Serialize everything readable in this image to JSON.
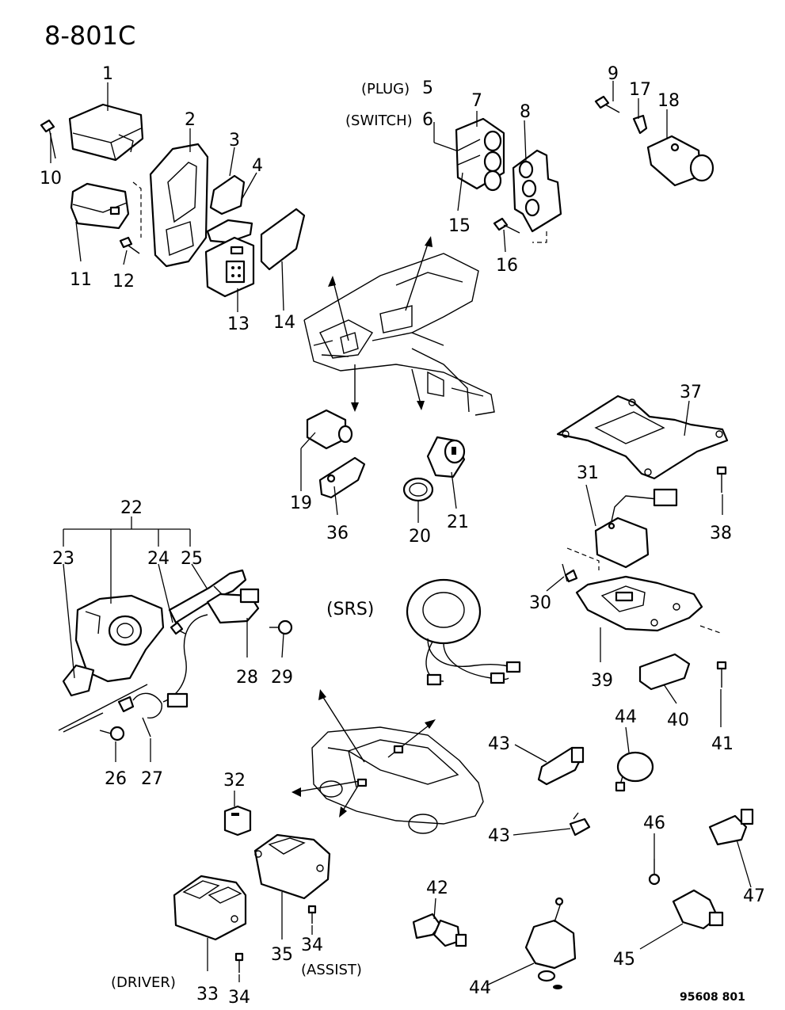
{
  "diagram": {
    "title": "8-801C",
    "footer_code": "95608  801",
    "callouts": {
      "n1": "1",
      "n2": "2",
      "n3": "3",
      "n4": "4",
      "n5": "5",
      "n6": "6",
      "n7": "7",
      "n8": "8",
      "n9": "9",
      "n10": "10",
      "n11": "11",
      "n12": "12",
      "n13": "13",
      "n14": "14",
      "n15": "15",
      "n16": "16",
      "n17": "17",
      "n18": "18",
      "n19": "19",
      "n20": "20",
      "n21": "21",
      "n22": "22",
      "n23": "23",
      "n24": "24",
      "n25": "25",
      "n26": "26",
      "n27": "27",
      "n28": "28",
      "n29": "29",
      "n30": "30",
      "n31": "31",
      "n32": "32",
      "n33": "33",
      "n34a": "34",
      "n34b": "34",
      "n35": "35",
      "n36": "36",
      "n37": "37",
      "n38": "38",
      "n39": "39",
      "n40": "40",
      "n41": "41",
      "n42": "42",
      "n43a": "43",
      "n43b": "43",
      "n44a": "44",
      "n44b": "44",
      "n45": "45",
      "n46": "46",
      "n47": "47"
    },
    "notes": {
      "plug": "(PLUG)",
      "switch": "(SWITCH)",
      "srs": "(SRS)",
      "driver": "(DRIVER)",
      "assist": "(ASSIST)"
    }
  }
}
